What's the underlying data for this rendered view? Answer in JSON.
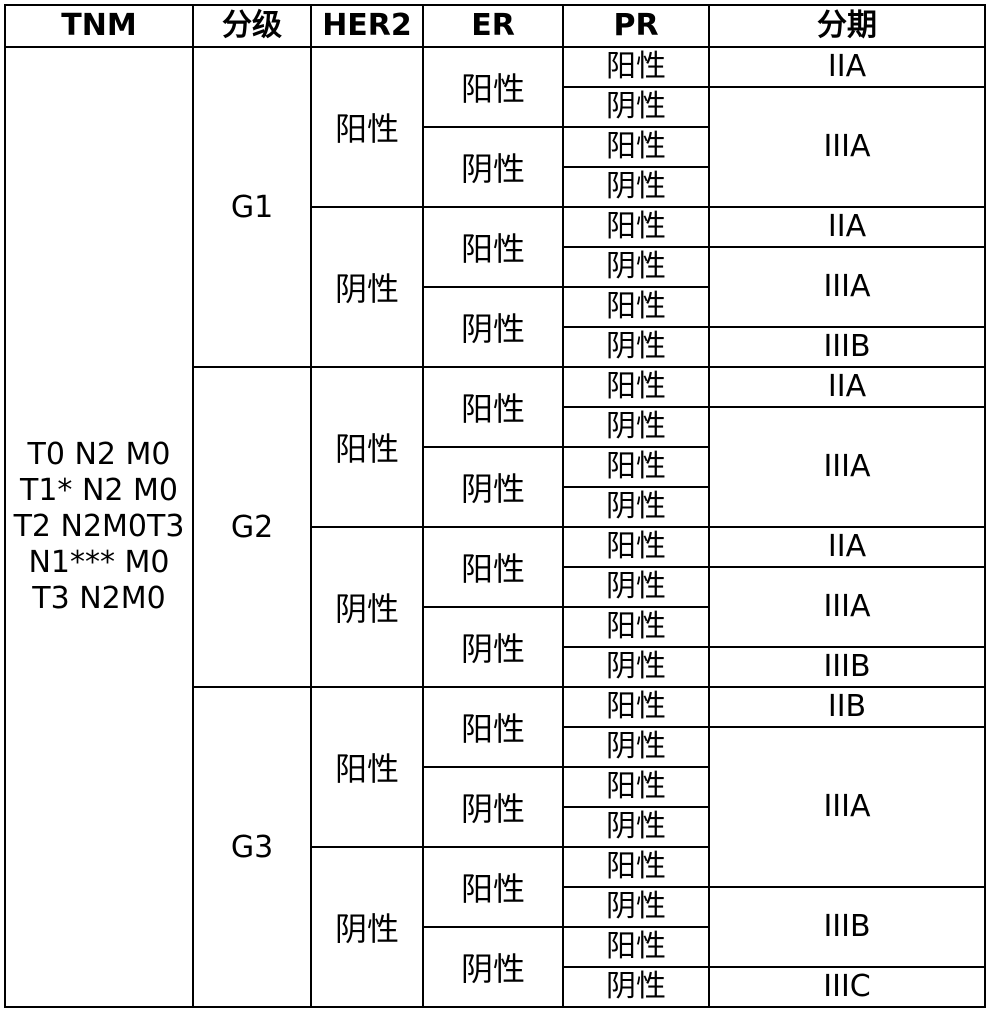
{
  "header": {
    "tnm": "TNM",
    "grade": "分级",
    "her2": "HER2",
    "er": "ER",
    "pr": "PR",
    "stage": "分期"
  },
  "tnm_lines": [
    "T0 N2 M0",
    "T1* N2 M0",
    "T2 N2M0T3",
    "N1*** M0",
    "T3 N2M0"
  ],
  "grades": [
    "G1",
    "G2",
    "G3"
  ],
  "labels": {
    "positive": "阳性",
    "negative": "阴性"
  },
  "stages": {
    "g1": [
      "IIA",
      "IIIA",
      "IIA",
      "IIIA",
      "IIIB"
    ],
    "g2": [
      "IIA",
      "IIIA",
      "IIA",
      "IIIA",
      "IIIB"
    ],
    "g3": [
      "IIB",
      "IIIA",
      "IIIB",
      "IIIC"
    ]
  }
}
